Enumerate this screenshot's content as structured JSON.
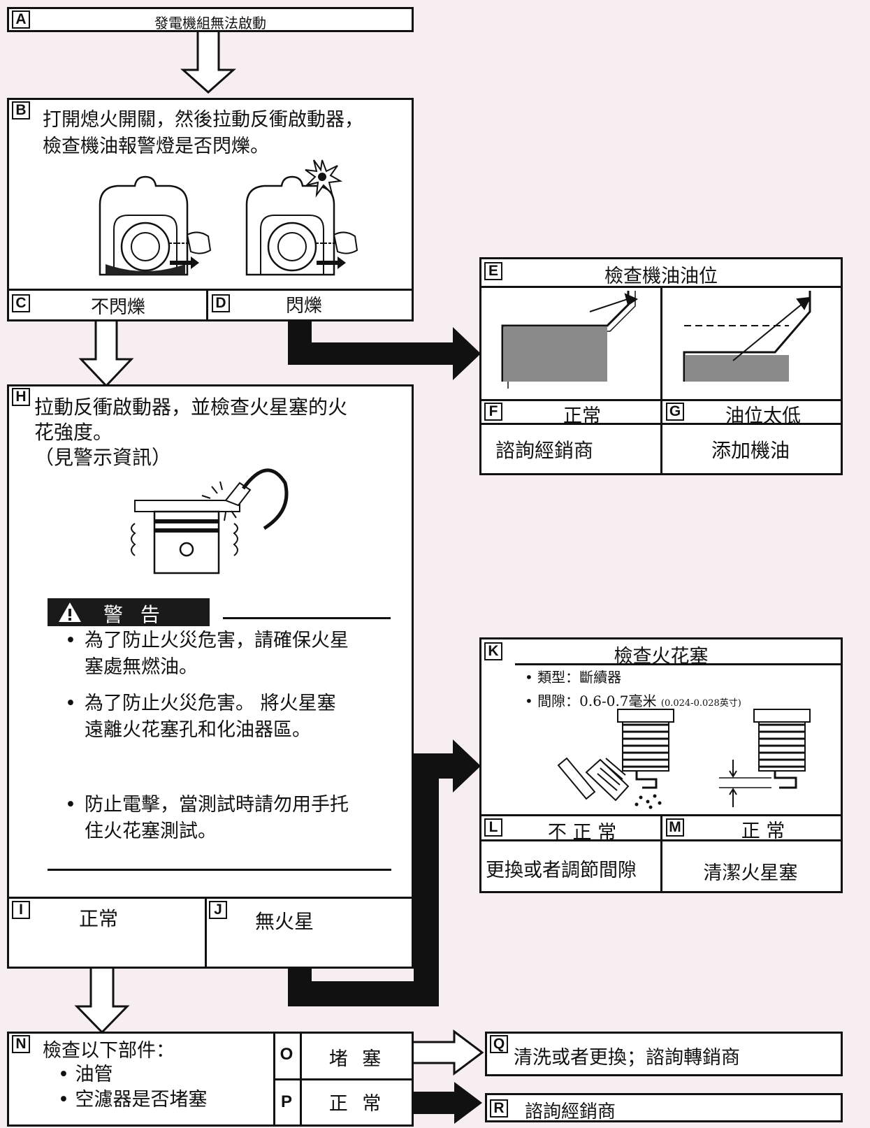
{
  "A": {
    "label": "A",
    "text": "發電機組無法啟動"
  },
  "B": {
    "label": "B",
    "line1": "打開熄火開關，然後拉動反衝啟動器，",
    "line2": "檢查機油報警燈是否閃爍。"
  },
  "C": {
    "label": "C",
    "text": "不閃爍"
  },
  "D": {
    "label": "D",
    "text": "閃爍"
  },
  "E": {
    "label": "E",
    "text": "檢查機油油位"
  },
  "F": {
    "label": "F",
    "text": "正常",
    "action": "諮詢經銷商"
  },
  "G": {
    "label": "G",
    "text": "油位太低",
    "action": "添加機油"
  },
  "H": {
    "label": "H",
    "line1": "拉動反衝啟動器，並檢查火星塞的火",
    "line2": "花強度。",
    "line3": "（見警示資訊）",
    "warning_title": "警 告",
    "bullets": [
      {
        "l1": "為了防止火災危害，請確保火星",
        "l2": "塞處無燃油。"
      },
      {
        "l1": "為了防止火災危害。 將火星塞",
        "l2": "遠離火花塞孔和化油器區。"
      },
      {
        "l1": "防止電擊，當測試時請勿用手托",
        "l2": "住火花塞測試。"
      }
    ]
  },
  "I": {
    "label": "I",
    "text": "正常"
  },
  "J": {
    "label": "J",
    "text": "無火星"
  },
  "K": {
    "label": "K",
    "text": "檢查火花塞",
    "type_line": "類型：斷續器",
    "gap_line": "間隙：0.6-0.7毫米",
    "gap_inch": "(0.024-0.028英寸)"
  },
  "L": {
    "label": "L",
    "text": "不 正 常",
    "action": "更換或者調節間隙"
  },
  "M": {
    "label": "M",
    "text": "正 常",
    "action": "清潔火星塞"
  },
  "N": {
    "label": "N",
    "text": "檢查以下部件：",
    "items": [
      "油管",
      "空濾器是否堵塞"
    ]
  },
  "O": {
    "label": "O",
    "text": "堵 塞"
  },
  "P": {
    "label": "P",
    "text": "正 常"
  },
  "Q": {
    "label": "Q",
    "text": "清洗或者更換；諮詢轉銷商"
  },
  "R": {
    "label": "R",
    "text": "諮詢經銷商"
  },
  "colors": {
    "background": "#f7eef1",
    "box": "#ffffff",
    "line": "#111111",
    "oil": "#8a8a8a",
    "warning_bar": "#1a1a1a"
  },
  "icons": [
    "hollow-arrow-down",
    "solid-arrow-right",
    "engine-illustration",
    "oil-lamp-flash",
    "spark-plug",
    "warning-triangle",
    "wire-brush"
  ]
}
